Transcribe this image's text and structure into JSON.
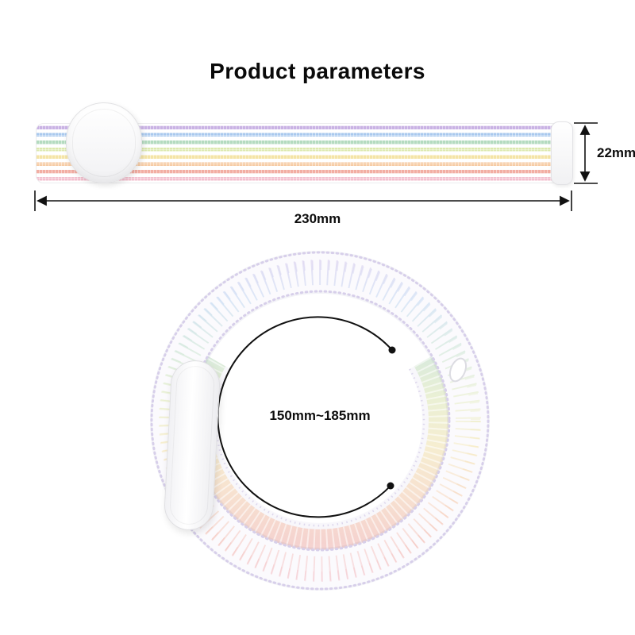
{
  "title": "Product parameters",
  "flat_band": {
    "width_label": "22mm",
    "length_label": "230mm",
    "stripe_colors": [
      "#c9b2e4",
      "#a9c9ee",
      "#b4dbc0",
      "#dce9ae",
      "#f4e4a6",
      "#f6cba4",
      "#f2aea3",
      "#f3bfce"
    ]
  },
  "wrist_loop": {
    "circumference_label": "150mm~185mm"
  },
  "colors": {
    "annotation": "#111111",
    "loop_edge": "#d7cfea",
    "loop_base": "#fbfafd"
  }
}
